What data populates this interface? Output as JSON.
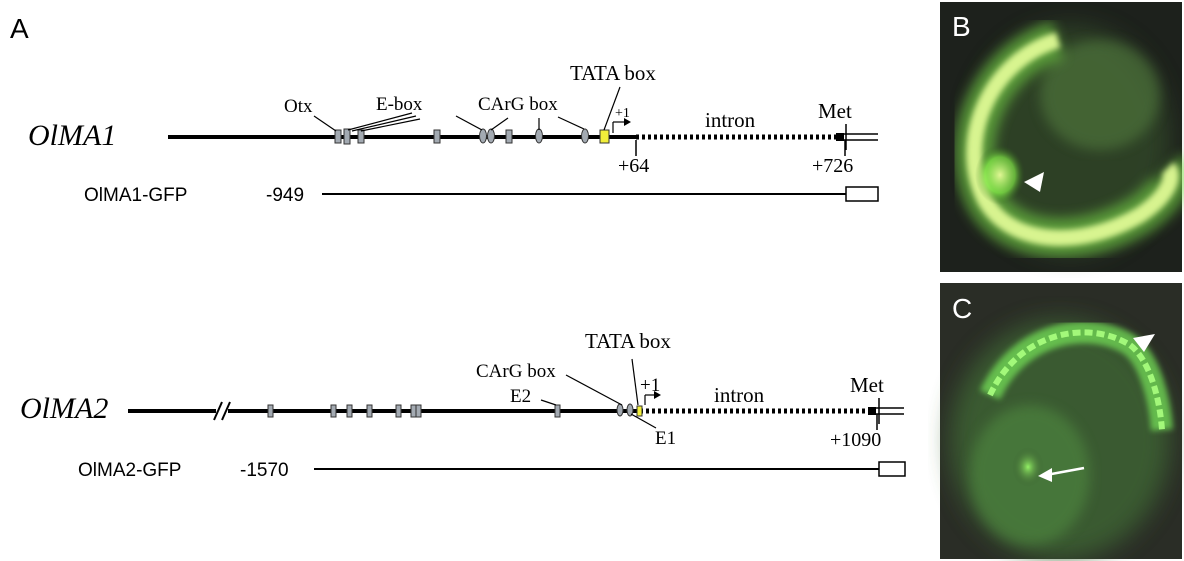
{
  "panels": {
    "a": "A",
    "b": "B",
    "c": "C"
  },
  "olma1": {
    "gene": "OlMA1",
    "construct": "OlMA1-GFP",
    "construct_start": "-949",
    "labels": {
      "otx": "Otx",
      "ebox": "E-box",
      "carg": "CArG box",
      "tata": "TATA box",
      "plus1": "+1",
      "intron": "intron",
      "met": "Met",
      "pos64": "+64",
      "pos726": "+726"
    }
  },
  "olma2": {
    "gene": "OlMA2",
    "construct": "OlMA2-GFP",
    "construct_start": "-1570",
    "labels": {
      "tata": "TATA box",
      "carg": "CArG box",
      "plus1": "+1",
      "e2": "E2",
      "e1": "E1",
      "intron": "intron",
      "met": "Met",
      "pos1090": "+1090"
    }
  },
  "colors": {
    "element_box": "#a3aab2",
    "tata_box": "#f2ef3a",
    "fluorescence": "#7dff5a",
    "photo_background": "#1f221d"
  }
}
